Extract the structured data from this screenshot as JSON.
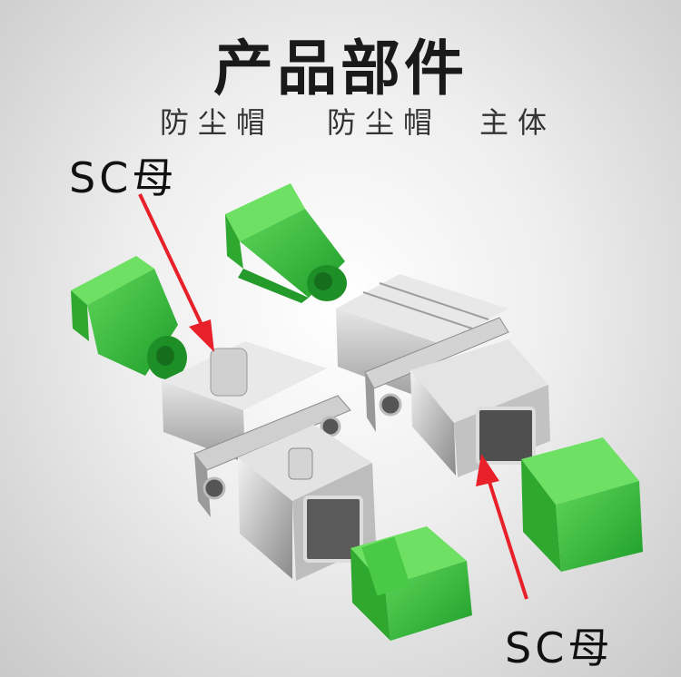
{
  "title": "产品部件",
  "labels": {
    "dust_cap_1": "防尘帽",
    "dust_cap_2": "防尘帽",
    "body": "主体"
  },
  "callouts": {
    "top_left": "SC母",
    "bottom_right": "SC母"
  },
  "colors": {
    "cap_green": "#3fbf3f",
    "arrow_red": "#e8202a",
    "metal": "#c9c9c9"
  }
}
